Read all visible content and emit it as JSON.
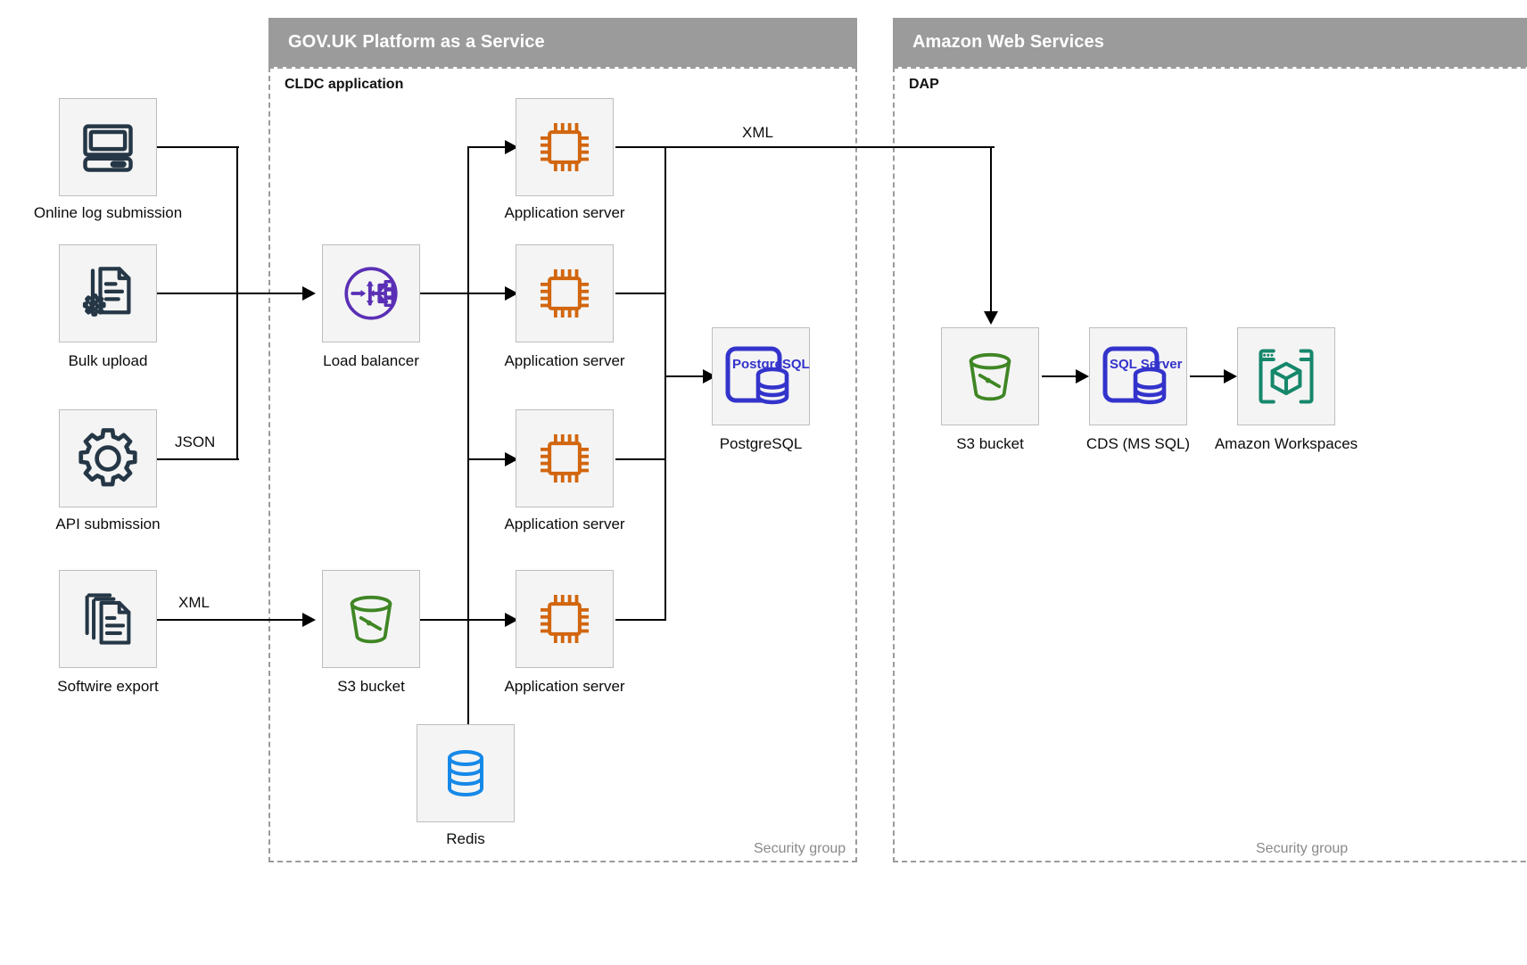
{
  "zones": [
    {
      "id": "paas",
      "title": "GOV.UK Platform as a Service",
      "subtitle": "CLDC application",
      "security_group_label": "Security group"
    },
    {
      "id": "aws",
      "title": "Amazon Web Services",
      "subtitle": "DAP",
      "security_group_label": "Security group"
    }
  ],
  "nodes": {
    "online_log": {
      "label": "Online log submission",
      "icon": "desktop-computer-icon"
    },
    "bulk_upload": {
      "label": "Bulk upload",
      "icon": "document-gear-icon"
    },
    "api_submission": {
      "label": "API submission",
      "icon": "gear-icon"
    },
    "softwire": {
      "label": "Softwire export",
      "icon": "documents-stack-icon"
    },
    "load_balancer": {
      "label": "Load balancer",
      "icon": "load-balancer-icon"
    },
    "s3_paas": {
      "label": "S3 bucket",
      "icon": "s3-bucket-icon"
    },
    "app1": {
      "label": "Application server",
      "icon": "cpu-chip-icon"
    },
    "app2": {
      "label": "Application server",
      "icon": "cpu-chip-icon"
    },
    "app3": {
      "label": "Application server",
      "icon": "cpu-chip-icon"
    },
    "app4": {
      "label": "Application server",
      "icon": "cpu-chip-icon"
    },
    "redis": {
      "label": "Redis",
      "icon": "database-cylinder-icon"
    },
    "postgres": {
      "label": "PostgreSQL",
      "icon": "postgresql-icon",
      "icon_text": "PostgreSQL"
    },
    "s3_aws": {
      "label": "S3 bucket",
      "icon": "s3-bucket-icon"
    },
    "cds": {
      "label": "CDS (MS SQL)",
      "icon": "sql-server-icon",
      "icon_text": "SQL Server"
    },
    "workspaces": {
      "label": "Amazon Workspaces",
      "icon": "amazon-workspaces-icon"
    }
  },
  "edge_labels": {
    "api_to_lb": "JSON",
    "softwire_to_s3": "XML",
    "app_to_s3aws": "XML"
  },
  "colors": {
    "header_grey": "#9b9b9b",
    "tile_fill": "#f4f4f4",
    "tile_border": "#bdbdbd",
    "navy_icon": "#253746",
    "purple_icon": "#5a2fb5",
    "orange_icon": "#d2660e",
    "green_icon": "#3f8624",
    "blue_icon": "#1689e8",
    "postgres_blue": "#3333cc",
    "teal_icon": "#16876b",
    "connector": "#000000",
    "text": "#0b0c0c",
    "muted_text": "#8a8a8a"
  }
}
